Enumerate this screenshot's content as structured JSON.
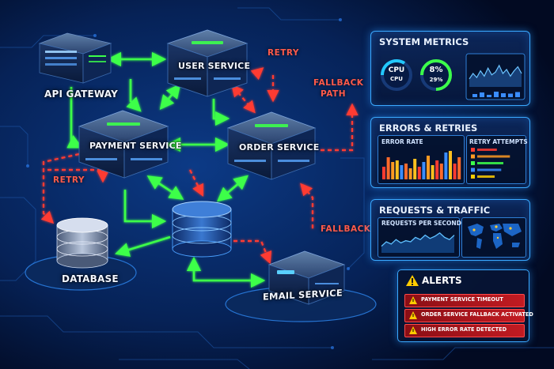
{
  "nodes": {
    "api_gateway": "API GATEWAY",
    "user_service": "USER SERVICE",
    "payment_service": "PAYMENT SERVICE",
    "order_service": "ORDER SERVICE",
    "database": "DATABASE",
    "email_service": "EMAIL SERVICE"
  },
  "flow_labels": {
    "retry_top": "RETRY",
    "fallback_path": "FALLBACK",
    "fallback_path_2": "PATH",
    "retry_left": "RETRY",
    "fallback_right": "FALLBACK"
  },
  "system_metrics": {
    "title": "SYSTEM METRICS",
    "gauge1_line1": "CPU",
    "gauge1_line2": "CPU",
    "gauge2_line1": "8%",
    "gauge2_line2": "29%",
    "sparkline": [
      0.3,
      0.5,
      0.35,
      0.6,
      0.4,
      0.7,
      0.45,
      0.55,
      0.8,
      0.5,
      0.65,
      0.4,
      0.6,
      0.75,
      0.5
    ],
    "bars": [
      0.4,
      0.6,
      0.3,
      0.7,
      0.5,
      0.45,
      0.65
    ]
  },
  "errors_retries": {
    "title": "ERRORS & RETRIES",
    "error_rate_label": "ERROR RATE",
    "retry_attempts_label": "RETRY ATTEMPTS",
    "error_bars": [
      0.4,
      0.7,
      0.55,
      0.6,
      0.45,
      0.5,
      0.35,
      0.65,
      0.4,
      0.55,
      0.75,
      0.45,
      0.6,
      0.5,
      0.85,
      0.9,
      0.5,
      0.7
    ],
    "retry_bars": [
      0.45,
      0.75,
      0.6,
      0.55,
      0.4
    ]
  },
  "requests_traffic": {
    "title": "REQUESTS & TRAFFIC",
    "rps_label": "REQUESTS PER SECOND",
    "line": [
      0.3,
      0.5,
      0.4,
      0.6,
      0.45,
      0.55,
      0.5,
      0.7,
      0.6,
      0.8,
      0.65,
      0.75,
      0.9,
      0.7,
      0.6,
      0.8
    ]
  },
  "alerts": {
    "title": "ALERTS",
    "items": [
      "PAYMENT SERVICE TIMEOUT",
      "ORDER SERVICE FALLBACK ACTIVATED",
      "HIGH ERROR RATE DETECTED"
    ]
  },
  "colors": {
    "background": "#041433",
    "panel_border": "#3aa9ff",
    "success_arrow": "#3cff4a",
    "retry_arrow": "#ff3b30",
    "alert_red": "#c21b22",
    "warning_yellow": "#ffcc00"
  }
}
